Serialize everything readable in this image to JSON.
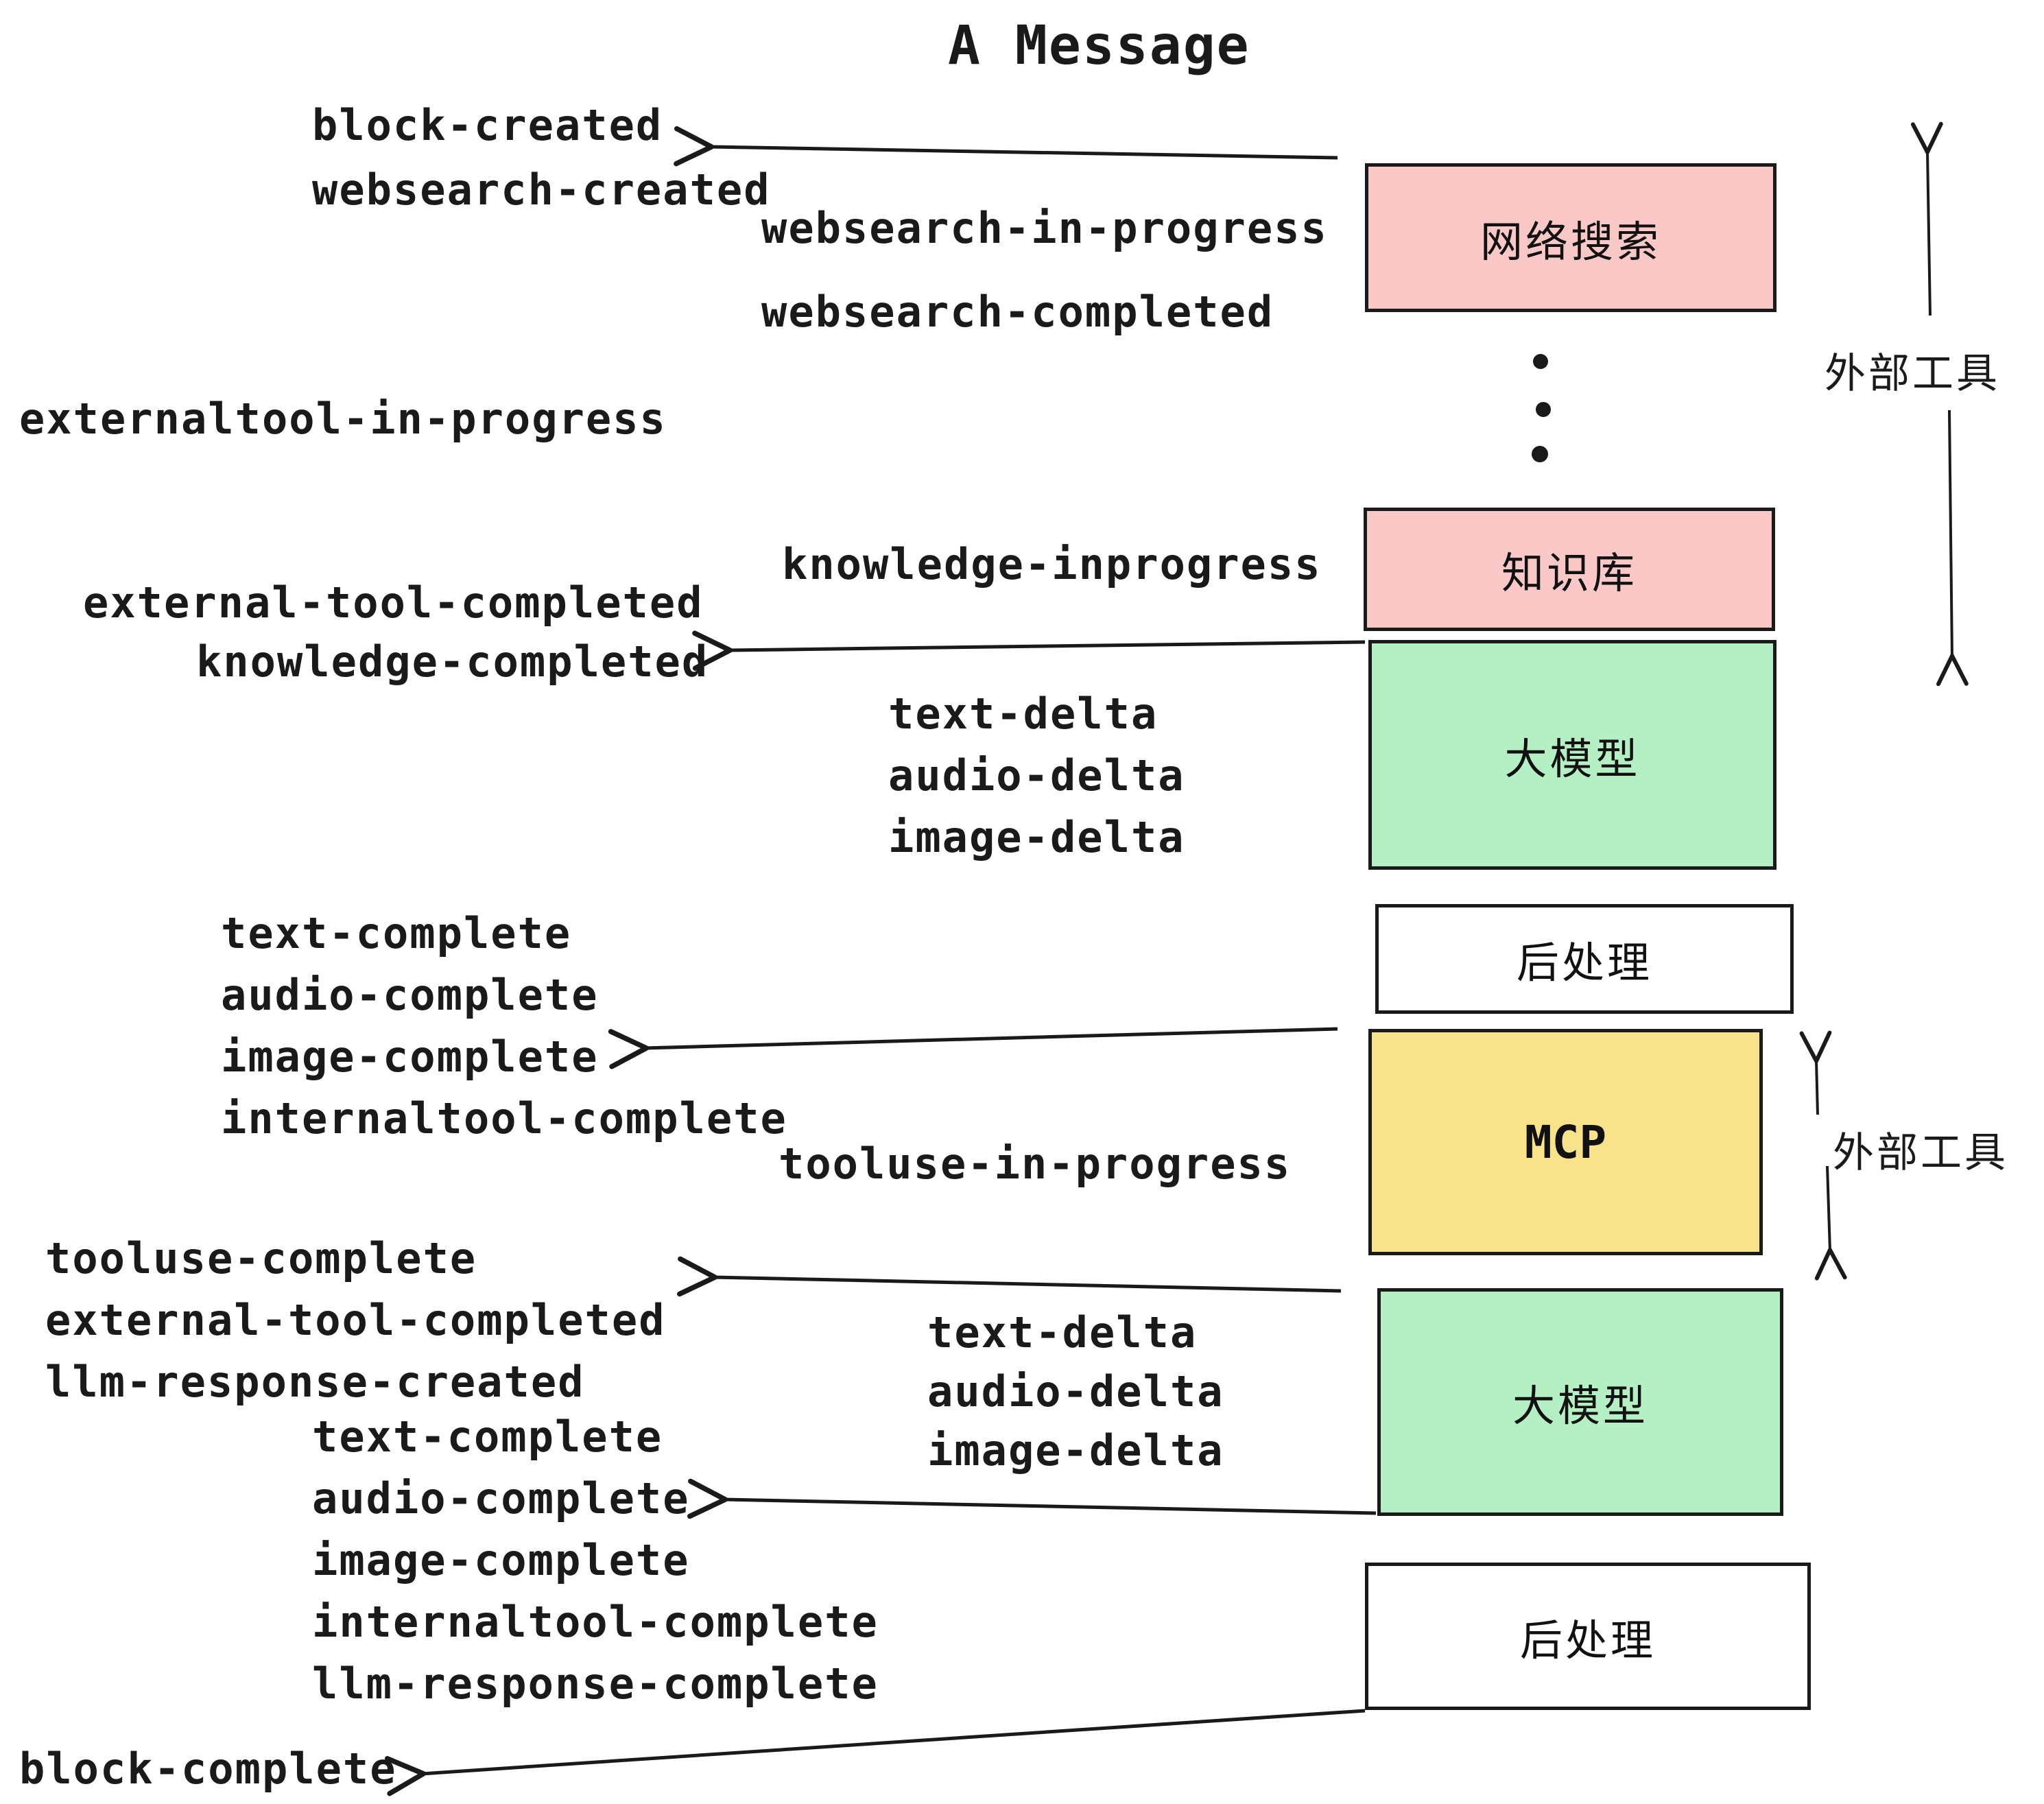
{
  "title": "A Message",
  "colors": {
    "ink": "#1a1a1a",
    "pink": "#FBC8C8",
    "green": "#B5EFC4",
    "yellow": "#F9E38A",
    "paper": "#FFFFFF"
  },
  "boxes": {
    "websearch": "网络搜索",
    "knowledge": "知识库",
    "llm": "大模型",
    "post": "后处理",
    "mcp": "MCP"
  },
  "annotations": {
    "external_tools": "外部工具"
  },
  "events": {
    "block_created": "block-created",
    "websearch_created": "websearch-created",
    "websearch_in_progress": "websearch-in-progress",
    "websearch_completed": "websearch-completed",
    "externaltool_in_progress": "externaltool-in-progress",
    "knowledge_inprogress": "knowledge-inprogress",
    "external_tool_completed": "external-tool-completed",
    "knowledge_completed": "knowledge-completed",
    "text_delta": "text-delta",
    "audio_delta": "audio-delta",
    "image_delta": "image-delta",
    "text_complete": "text-complete",
    "audio_complete": "audio-complete",
    "image_complete": "image-complete",
    "internaltool_complete": "internaltool-complete",
    "tooluse_in_progress": "tooluse-in-progress",
    "tooluse_complete": "tooluse-complete",
    "llm_response_created": "llm-response-created",
    "llm_response_complete": "llm-response-complete",
    "block_complete": "block-complete"
  }
}
